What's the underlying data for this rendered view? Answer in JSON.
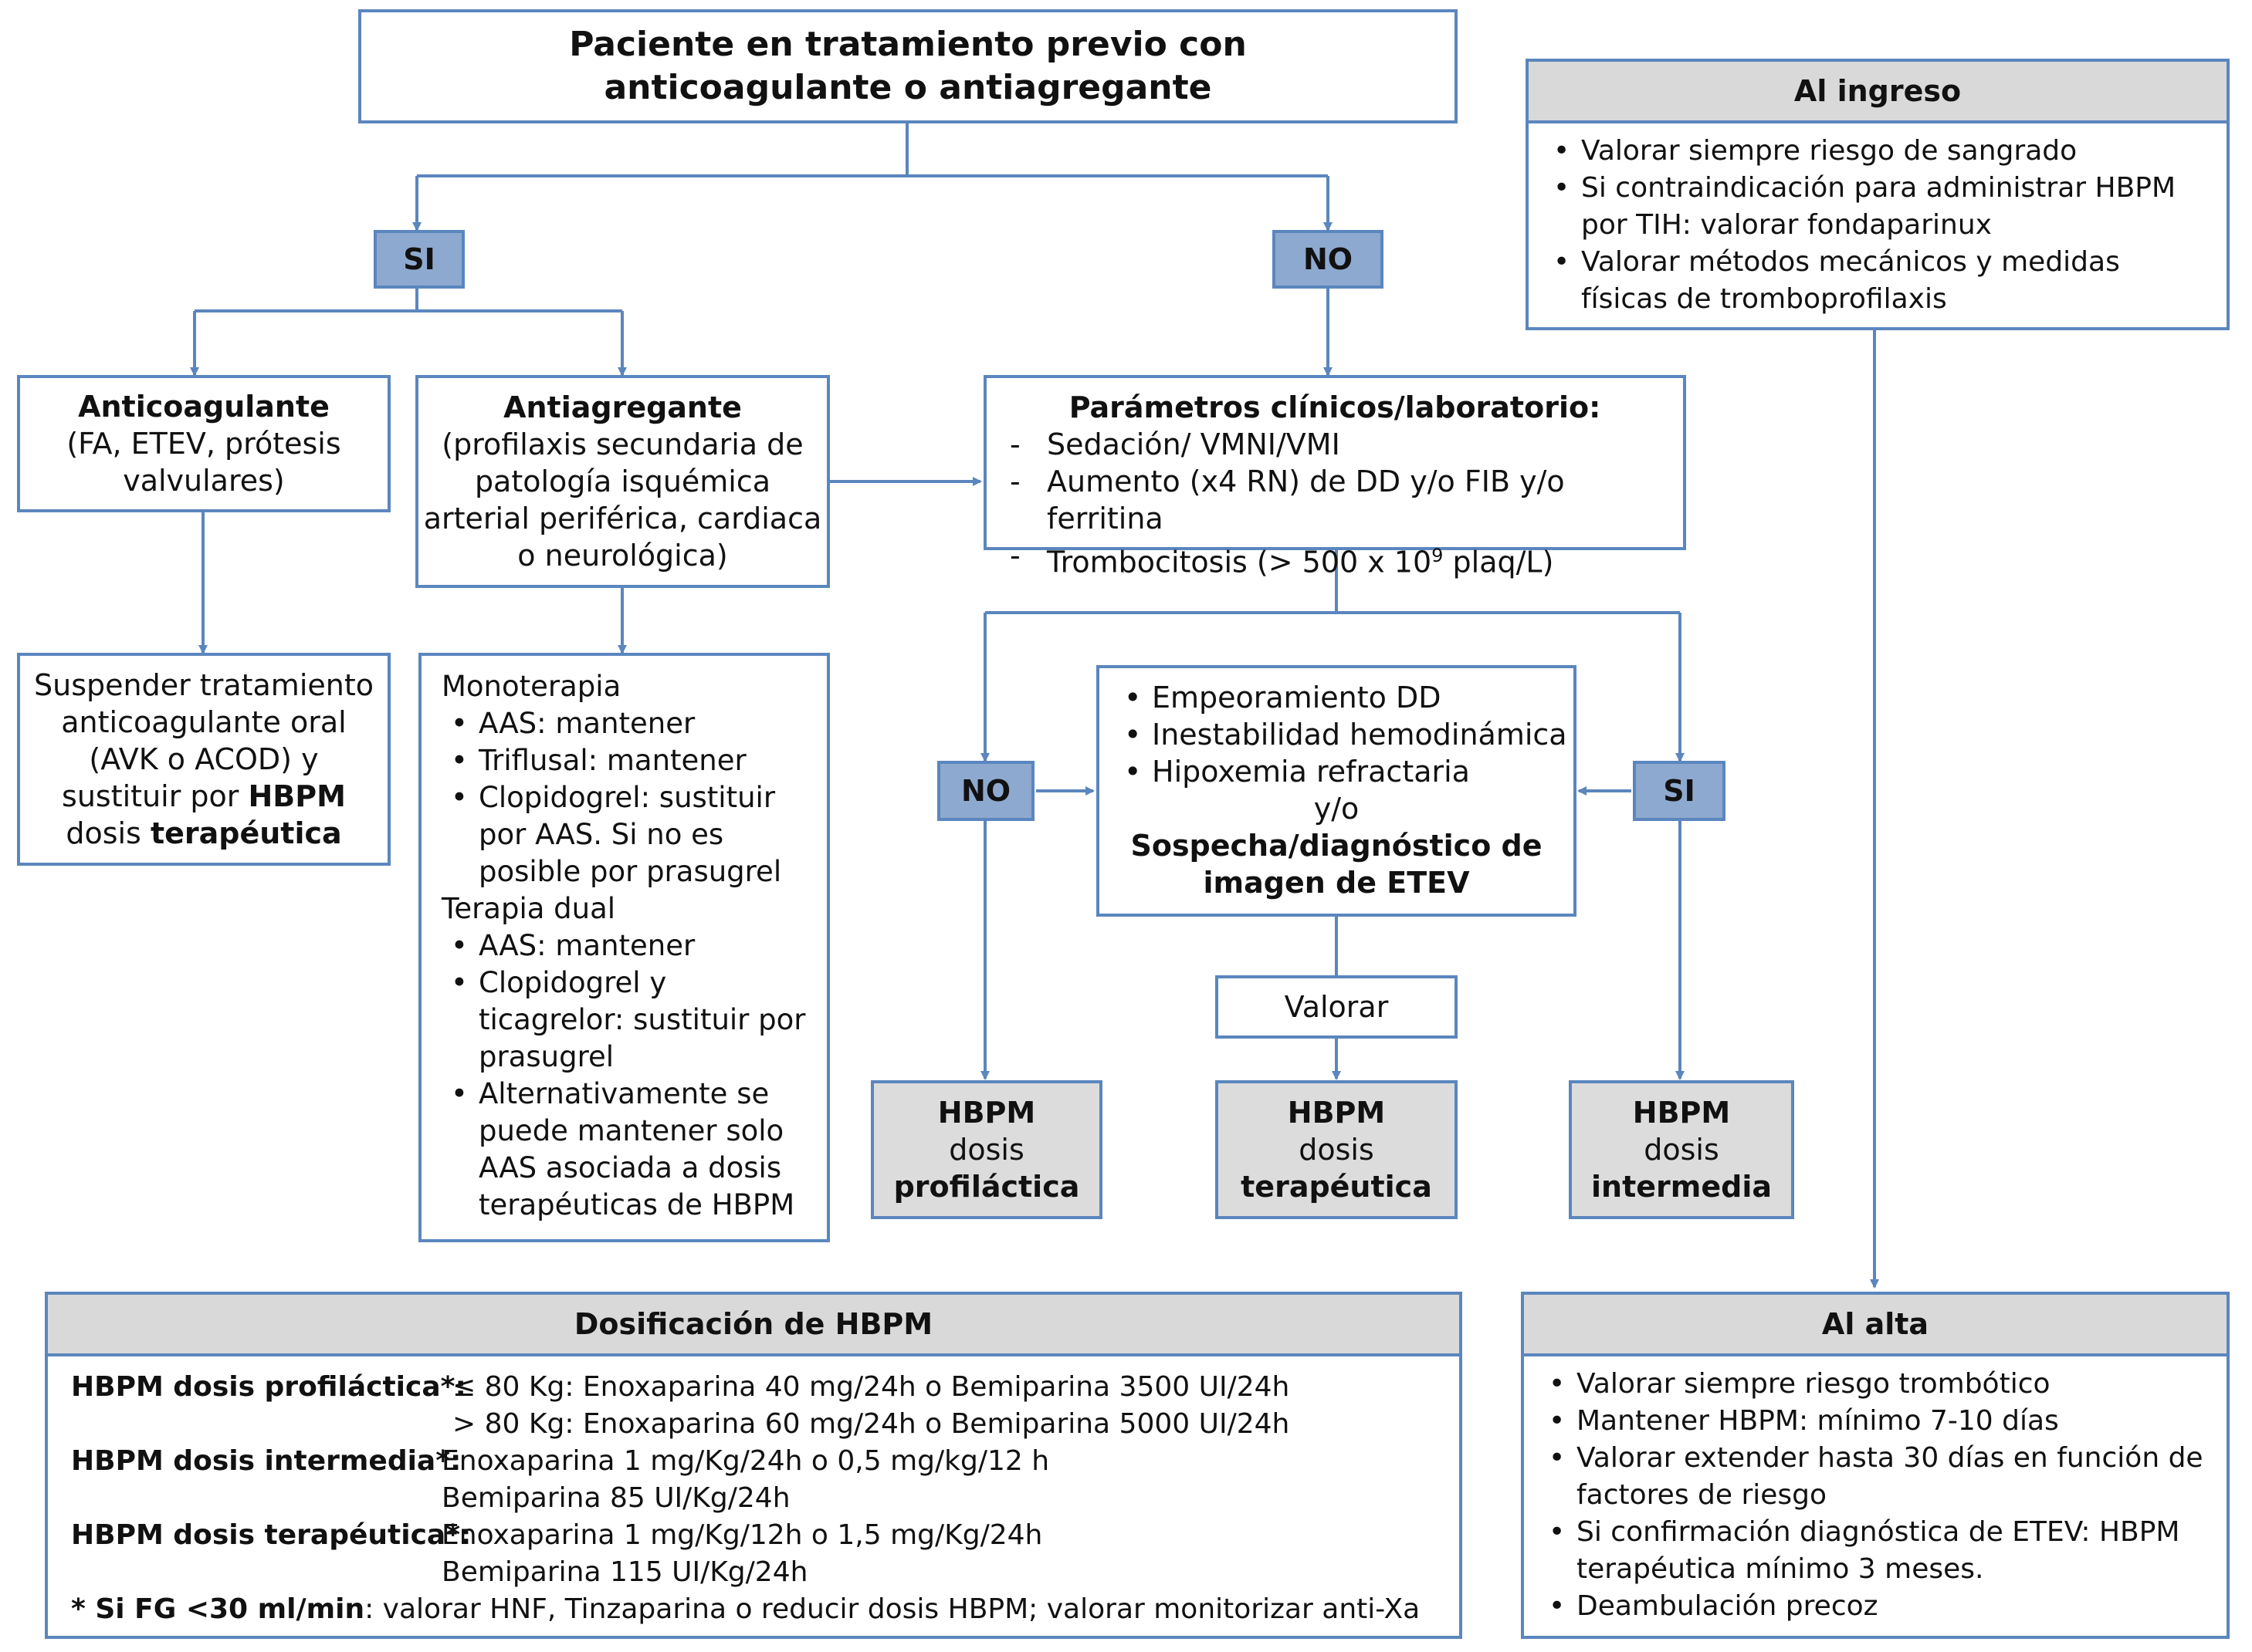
{
  "top_box": {
    "line1": "Paciente en tratamiento previo con",
    "line2": "anticoagulante o antiagregante"
  },
  "branch_si": "SI",
  "branch_no": "NO",
  "anticoagulante": {
    "title": "Anticoagulante",
    "line1": "(FA, ETEV, prótesis",
    "line2": "valvulares)"
  },
  "antiagregante": {
    "title": "Antiagregante",
    "lines": [
      "(profilaxis secundaria de",
      "patología isquémica",
      "arterial periférica, cardiaca",
      "o neurológica)"
    ]
  },
  "parametros": {
    "title": "Parámetros clínicos/laboratorio:",
    "items": [
      "Sedación/ VMNI/VMI",
      "Aumento (x4 RN) de DD y/o FIB y/o ferritina"
    ],
    "item3_pre": "Trombocitosis (> 500 x 10",
    "item3_sup": "9",
    "item3_post": " plaq/L)"
  },
  "suspender": {
    "line1": "Suspender tratamiento",
    "line2": "anticoagulante oral",
    "line3": "(AVK o ACOD) y",
    "line4_pre": "sustituir por ",
    "line4_bold": "HBPM",
    "line5_pre": "dosis ",
    "line5_bold": "terapéutica"
  },
  "terapia": {
    "mono_title": "Monoterapia",
    "mono_items": [
      [
        "AAS: mantener"
      ],
      [
        "Triflusal: mantener"
      ],
      [
        "Clopidogrel: sustituir",
        "por AAS. Si no es",
        "posible por prasugrel"
      ]
    ],
    "dual_title": "Terapia dual",
    "dual_items": [
      [
        "AAS: mantener"
      ],
      [
        "Clopidogrel y",
        "ticagrelor: sustituir por",
        "prasugrel"
      ],
      [
        "Alternativamente se",
        "puede mantener solo",
        "AAS asociada a  dosis",
        "terapéuticas de HBPM"
      ]
    ]
  },
  "criterios": {
    "items": [
      "Empeoramiento DD",
      "Inestabilidad hemodinámica",
      "Hipoxemia refractaria"
    ],
    "conj": "y/o",
    "bold1": "Sospecha/diagnóstico de",
    "bold2": "imagen de ETEV"
  },
  "no2": "NO",
  "si2": "SI",
  "valorar": "Valorar",
  "result_profilactica": {
    "l1": "HBPM",
    "l2": "dosis",
    "l3": "profiláctica"
  },
  "result_terapeutica": {
    "l1": "HBPM",
    "l2": "dosis",
    "l3": "terapéutica"
  },
  "result_intermedia": {
    "l1": "HBPM",
    "l2": "dosis",
    "l3": "intermedia"
  },
  "ingreso": {
    "header": "Al ingreso",
    "items": [
      [
        "Valorar siempre riesgo de sangrado"
      ],
      [
        "Si contraindicación para administrar HBPM",
        "por TIH: valorar fondaparinux"
      ],
      [
        "Valorar métodos mecánicos y medidas",
        "físicas de tromboprofilaxis"
      ]
    ]
  },
  "dosificacion": {
    "header": "Dosificación de HBPM",
    "prof_label": "HBPM dosis profiláctica*:",
    "prof_1": "≤ 80 Kg: Enoxaparina 40 mg/24h o Bemiparina 3500 UI/24h",
    "prof_2": "> 80 Kg: Enoxaparina 60 mg/24h o Bemiparina 5000 UI/24h",
    "inter_label": "HBPM dosis intermedia*:",
    "inter_1": "Enoxaparina 1 mg/Kg/24h o 0,5 mg/kg/12 h",
    "inter_2": "Bemiparina 85 UI/Kg/24h",
    "ter_label": "HBPM dosis terapéutica*:",
    "ter_1": "Enoxaparina 1 mg/Kg/12h o 1,5 mg/Kg/24h",
    "ter_2": "Bemiparina 115 UI/Kg/24h",
    "note_bold": "* Si FG <30 ml/min",
    "note_rest": ": valorar HNF, Tinzaparina o reducir dosis HBPM; valorar monitorizar anti-Xa"
  },
  "alta": {
    "header": "Al alta",
    "items": [
      [
        "Valorar siempre riesgo trombótico"
      ],
      [
        "Mantener HBPM: mínimo 7-10 días"
      ],
      [
        "Valorar extender hasta 30 días en función de",
        "factores de riesgo"
      ],
      [
        "Si confirmación diagnóstica de ETEV: HBPM",
        "terapéutica mínimo 3 meses."
      ],
      [
        "Deambulación precoz"
      ]
    ]
  },
  "colors": {
    "border": "#5b86be",
    "tag_fill": "#8ea9cf",
    "result_fill": "#dcdcdc",
    "header_fill": "#d9d9d9"
  }
}
